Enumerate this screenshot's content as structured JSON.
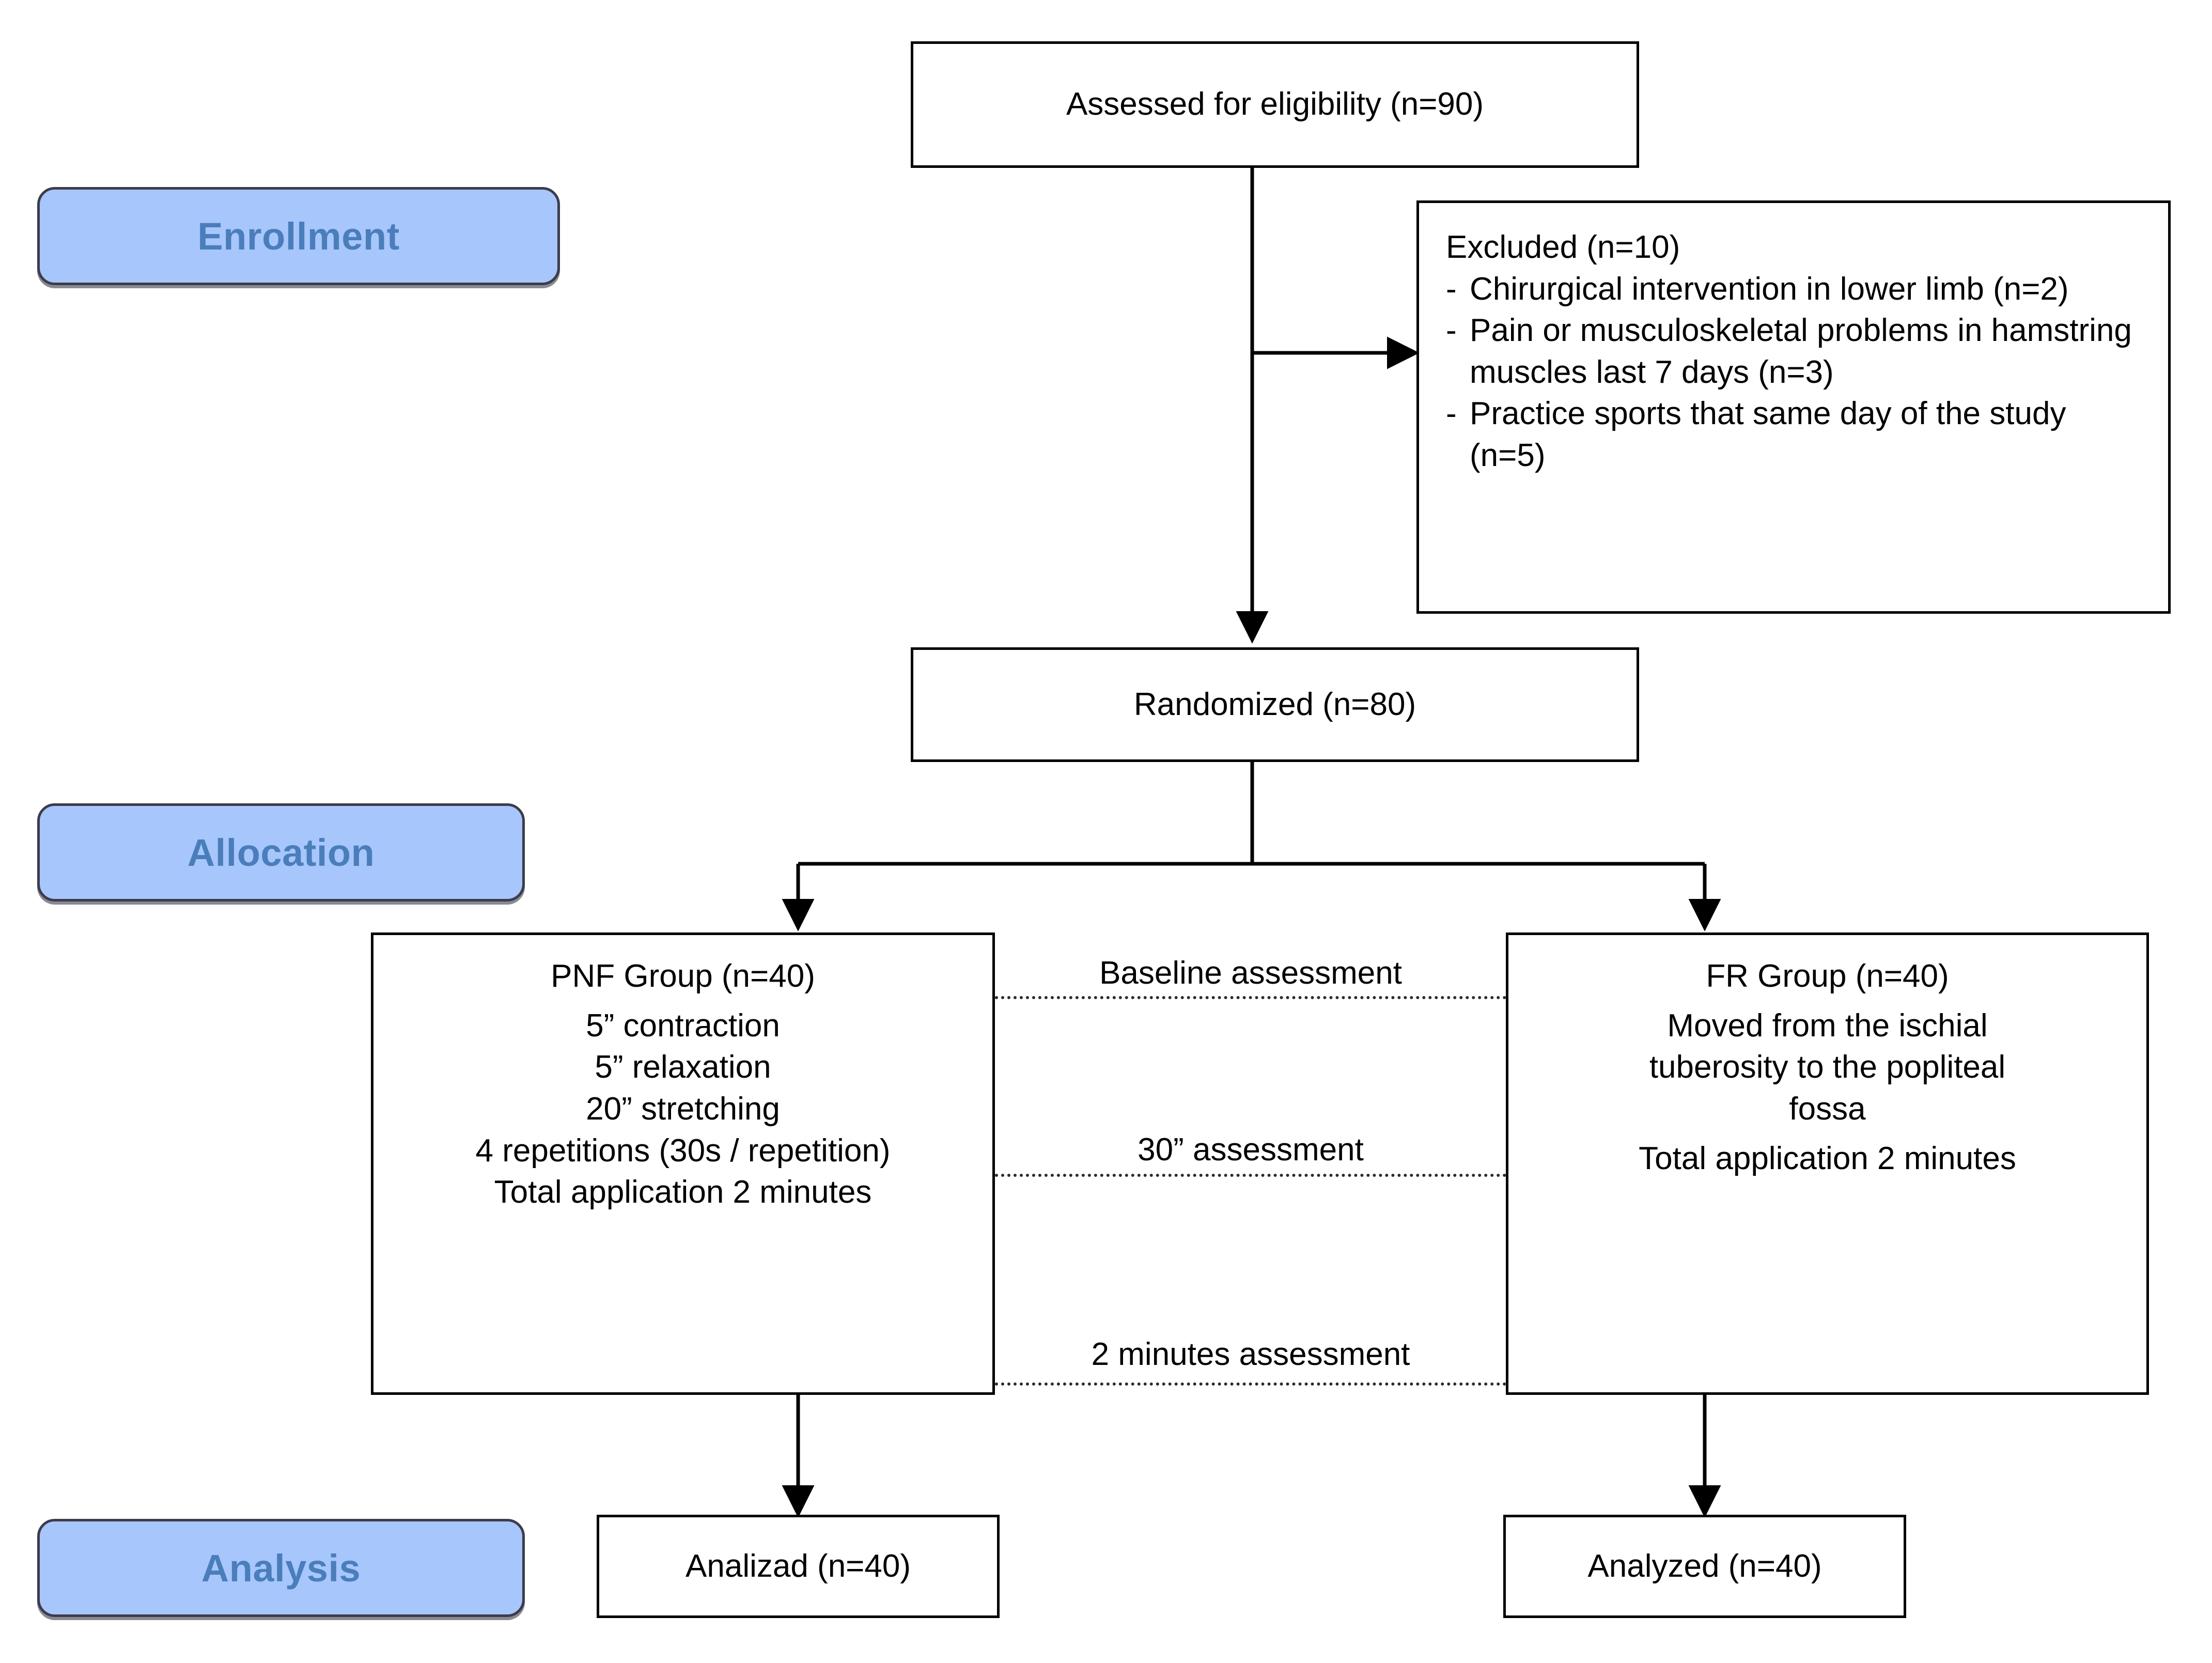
{
  "diagram": {
    "type": "CONSORT participant flow diagram",
    "stages": [
      {
        "id": "enrollment",
        "label": "Enrollment"
      },
      {
        "id": "allocation",
        "label": "Allocation"
      },
      {
        "id": "analysis",
        "label": "Analysis"
      }
    ],
    "nodes": {
      "assessed": {
        "label": "Assessed for eligibility (n=90)"
      },
      "randomized": {
        "label": "Randomized (n=80)"
      },
      "excluded": {
        "heading": "Excluded (n=10)",
        "bullet_marker": "-",
        "items": [
          "Chirurgical intervention in lower limb (n=2)",
          "Pain or musculoskeletal problems in hamstring muscles last 7 days (n=3)",
          "Practice sports that same day of the study (n=5)"
        ]
      },
      "pnf_group": {
        "title": "PNF Group (n=40)",
        "lines": [
          "5” contraction",
          "5” relaxation",
          "20” stretching",
          "4 repetitions (30s / repetition)",
          "Total application 2 minutes"
        ]
      },
      "fr_group": {
        "title": "FR Group (n=40)",
        "lines": [
          "Moved from the ischial",
          "tuberosity to the popliteal",
          "fossa"
        ],
        "footer": "Total application 2 minutes"
      },
      "analyzed_left": {
        "label": "Analizad (n=40)"
      },
      "analyzed_right": {
        "label": "Analyzed (n=40)"
      }
    },
    "assessment_labels": [
      {
        "id": "baseline",
        "label": "Baseline assessment"
      },
      {
        "id": "thirty",
        "label": "30” assessment"
      },
      {
        "id": "twomin",
        "label": "2 minutes assessment"
      }
    ],
    "colors": {
      "stage_fill": "#A7C6FC",
      "stage_text": "#4A7EBB",
      "stage_border": "#3C3C4A",
      "node_border": "#000000",
      "connector": "#000000",
      "dotted_connector": "#2B2B2B",
      "background": "#FFFFFF"
    }
  }
}
